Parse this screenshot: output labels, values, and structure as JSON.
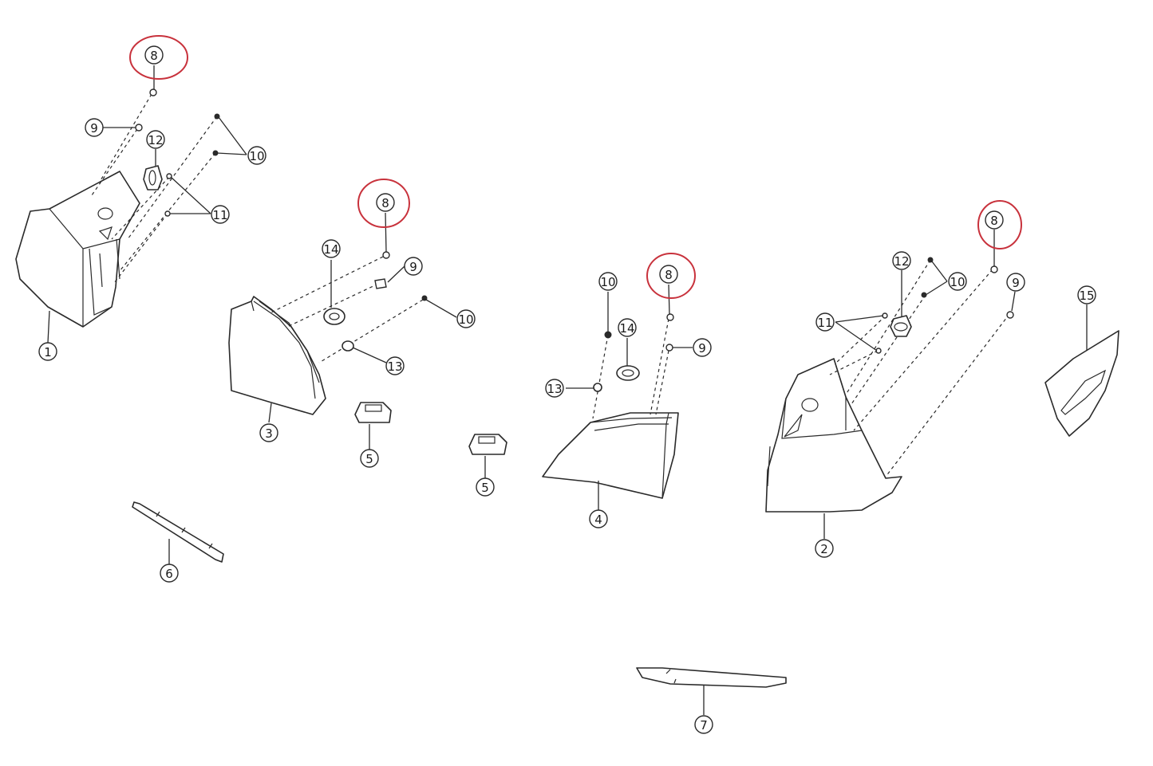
{
  "diagram": {
    "highlight_color": "#c8323c",
    "callouts": [
      {
        "id": "c-8a",
        "label": "8",
        "highlighted": true
      },
      {
        "id": "c-9a",
        "label": "9"
      },
      {
        "id": "c-12a",
        "label": "12"
      },
      {
        "id": "c-10a",
        "label": "10"
      },
      {
        "id": "c-11a",
        "label": "11"
      },
      {
        "id": "c-1",
        "label": "1"
      },
      {
        "id": "c-8b",
        "label": "8",
        "highlighted": true
      },
      {
        "id": "c-14a",
        "label": "14"
      },
      {
        "id": "c-9b",
        "label": "9"
      },
      {
        "id": "c-10b",
        "label": "10"
      },
      {
        "id": "c-13a",
        "label": "13"
      },
      {
        "id": "c-3",
        "label": "3"
      },
      {
        "id": "c-5a",
        "label": "5"
      },
      {
        "id": "c-6",
        "label": "6"
      },
      {
        "id": "c-10c",
        "label": "10"
      },
      {
        "id": "c-8c",
        "label": "8",
        "highlighted": true
      },
      {
        "id": "c-14b",
        "label": "14"
      },
      {
        "id": "c-9c",
        "label": "9"
      },
      {
        "id": "c-13b",
        "label": "13"
      },
      {
        "id": "c-5b",
        "label": "5"
      },
      {
        "id": "c-4",
        "label": "4"
      },
      {
        "id": "c-12b",
        "label": "12"
      },
      {
        "id": "c-10d",
        "label": "10"
      },
      {
        "id": "c-8d",
        "label": "8",
        "highlighted": true
      },
      {
        "id": "c-9d",
        "label": "9"
      },
      {
        "id": "c-11b",
        "label": "11"
      },
      {
        "id": "c-15",
        "label": "15"
      },
      {
        "id": "c-2",
        "label": "2"
      },
      {
        "id": "c-7",
        "label": "7"
      }
    ]
  }
}
